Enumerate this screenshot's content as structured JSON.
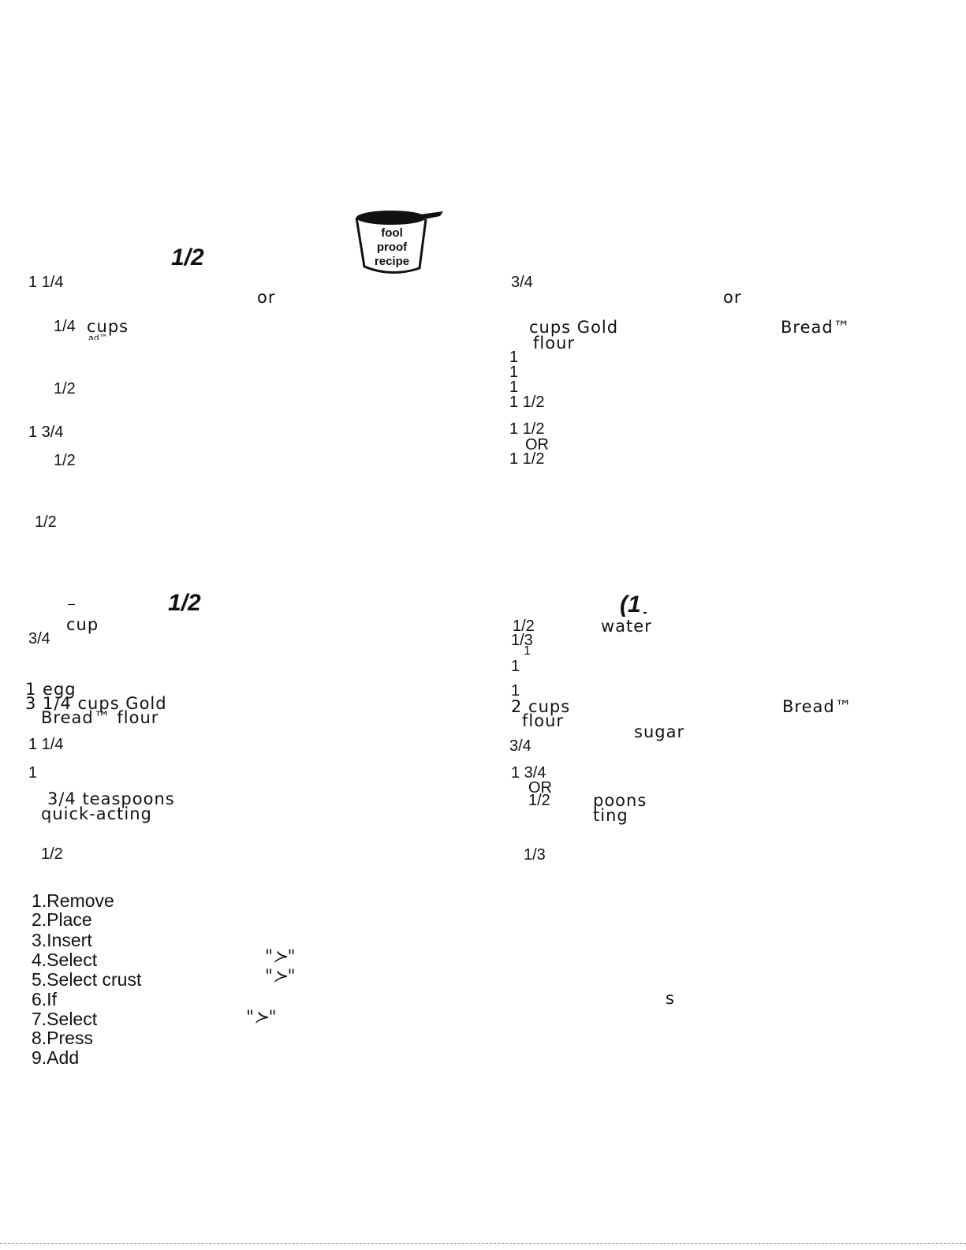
{
  "logo": {
    "lines": [
      "fool",
      "proof",
      "recipe"
    ],
    "icon": "measuring-cup-icon",
    "colors": {
      "cup_rim": "#111111",
      "text": "#111111"
    }
  },
  "upper_left": {
    "heading": "1/2",
    "qty_1": "1 1/4",
    "or": "or",
    "qty_2": "1/4",
    "unit_2": "cups",
    "bread_fragment": "ad™",
    "qty_3": "1/2",
    "qty_4": "1 3/4",
    "qty_5": "1/2",
    "qty_6": "1/2"
  },
  "upper_right": {
    "qty_1": "3/4",
    "or": "or",
    "cups_gold": "cups Gold",
    "bread_tm": "Bread™",
    "flour": "flour",
    "one_a": "1",
    "one_b": "1",
    "one_c": "1",
    "qty_2": "1 1/2",
    "qty_3": "1 1/2",
    "or_2": "OR",
    "qty_4": "1 1/2"
  },
  "lower_left": {
    "heading": "1/2",
    "cup": "cup",
    "qty_1": "3/4",
    "egg": "1 egg",
    "cups_gold": "3 1/4 cups Gold",
    "bread_flour": "Bread™ flour",
    "qty_2": "1 1/4",
    "qty_3": "1",
    "teaspoons": "3/4 teaspoons",
    "quick_acting": "quick-acting",
    "qty_4": "1/2"
  },
  "lower_right": {
    "heading": "(1",
    "qty_1": "1/2",
    "water": "water",
    "qty_2": "1/3",
    "one_small": "1",
    "one_a": "1",
    "one_b": "1",
    "cups": "2 cups",
    "bread_tm": "Bread™",
    "flour": "flour",
    "sugar": "sugar",
    "qty_3": "3/4",
    "qty_4": "1 3/4",
    "or": "OR",
    "qty_5": "1/2",
    "poons": "poons",
    "ting": "ting",
    "qty_6": "1/3"
  },
  "steps": [
    {
      "label": "1.Remove",
      "mark": ""
    },
    {
      "label": "2.Place",
      "mark": ""
    },
    {
      "label": "3.Insert",
      "mark": ""
    },
    {
      "label": "4.Select",
      "mark": "\"≻\""
    },
    {
      "label": "5.Select crust",
      "mark": "\"≻\""
    },
    {
      "label": "6.If",
      "mark": "s"
    },
    {
      "label": "7.Select",
      "mark": "\"≻\""
    },
    {
      "label": "8.Press",
      "mark": ""
    },
    {
      "label": "9.Add",
      "mark": ""
    }
  ]
}
